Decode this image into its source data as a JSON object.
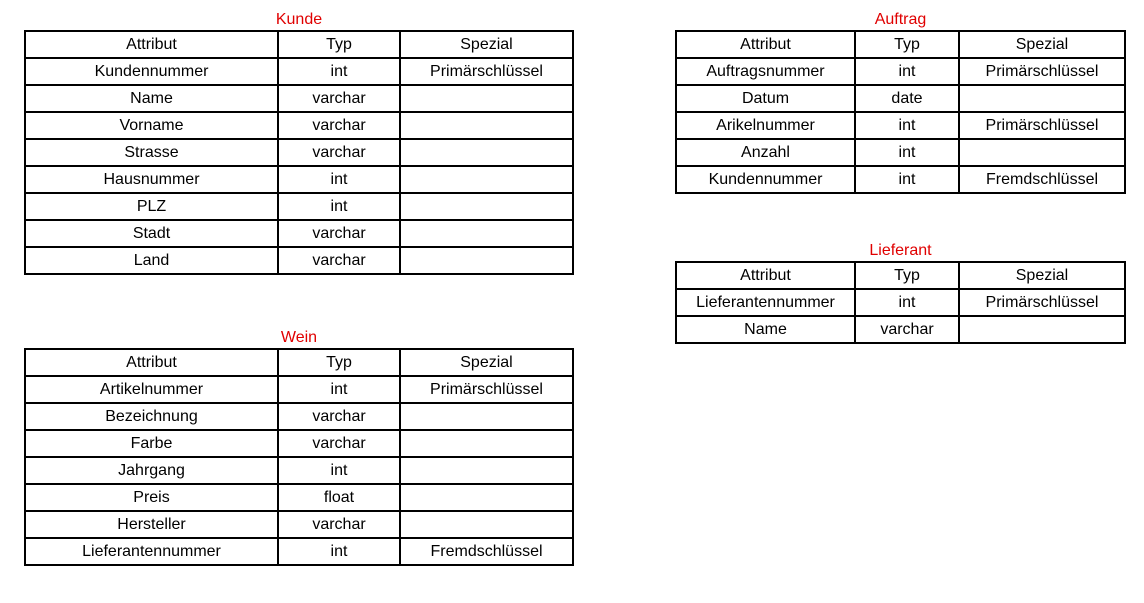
{
  "tables": {
    "kunde": {
      "title": "Kunde",
      "header": [
        "Attribut",
        "Typ",
        "Spezial"
      ],
      "rows": [
        [
          "Kundennummer",
          "int",
          "Primärschlüssel"
        ],
        [
          "Name",
          "varchar",
          ""
        ],
        [
          "Vorname",
          "varchar",
          ""
        ],
        [
          "Strasse",
          "varchar",
          ""
        ],
        [
          "Hausnummer",
          "int",
          ""
        ],
        [
          "PLZ",
          "int",
          ""
        ],
        [
          "Stadt",
          "varchar",
          ""
        ],
        [
          "Land",
          "varchar",
          ""
        ]
      ]
    },
    "wein": {
      "title": "Wein",
      "header": [
        "Attribut",
        "Typ",
        "Spezial"
      ],
      "rows": [
        [
          "Artikelnummer",
          "int",
          "Primärschlüssel"
        ],
        [
          "Bezeichnung",
          "varchar",
          ""
        ],
        [
          "Farbe",
          "varchar",
          ""
        ],
        [
          "Jahrgang",
          "int",
          ""
        ],
        [
          "Preis",
          "float",
          ""
        ],
        [
          "Hersteller",
          "varchar",
          ""
        ],
        [
          "Lieferantennummer",
          "int",
          "Fremdschlüssel"
        ]
      ]
    },
    "auftrag": {
      "title": "Auftrag",
      "header": [
        "Attribut",
        "Typ",
        "Spezial"
      ],
      "rows": [
        [
          "Auftragsnummer",
          "int",
          "Primärschlüssel"
        ],
        [
          "Datum",
          "date",
          ""
        ],
        [
          "Arikelnummer",
          "int",
          "Primärschlüssel"
        ],
        [
          "Anzahl",
          "int",
          ""
        ],
        [
          "Kundennummer",
          "int",
          "Fremdschlüssel"
        ]
      ]
    },
    "lieferant": {
      "title": "Lieferant",
      "header": [
        "Attribut",
        "Typ",
        "Spezial"
      ],
      "rows": [
        [
          "Lieferantennummer",
          "int",
          "Primärschlüssel"
        ],
        [
          "Name",
          "varchar",
          ""
        ]
      ]
    }
  }
}
